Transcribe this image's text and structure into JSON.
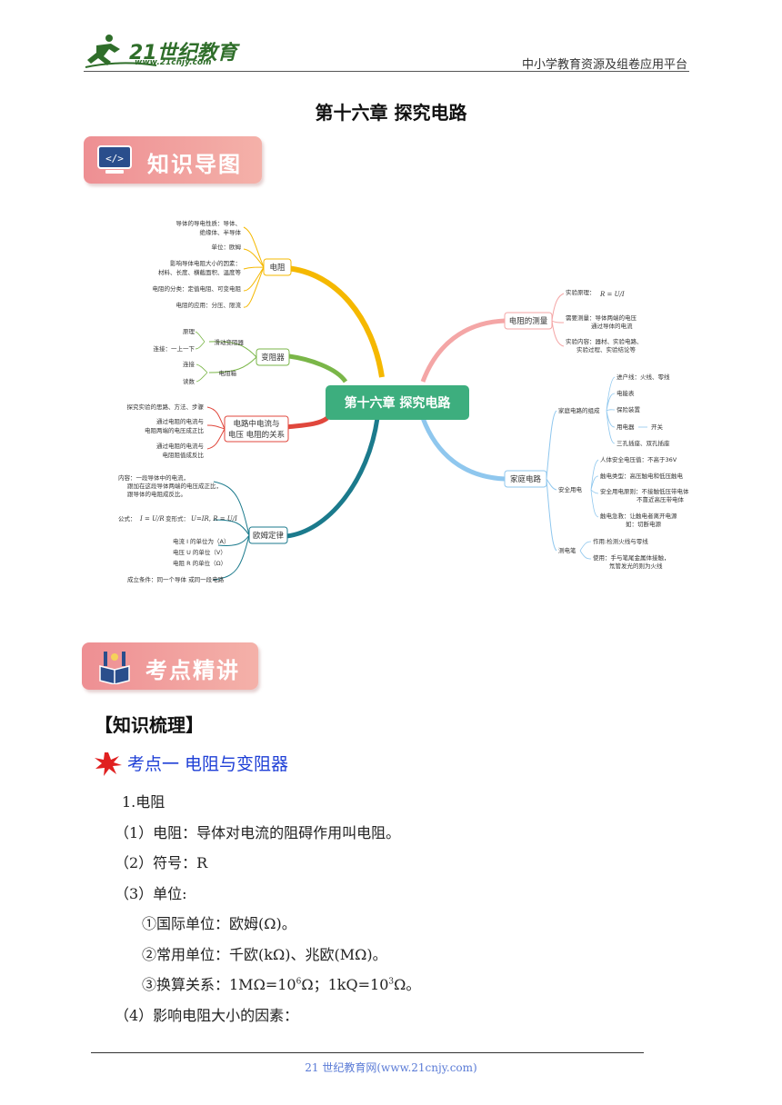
{
  "header": {
    "logo_text": "21世纪教育",
    "logo_url": "www.21cnjy.com",
    "right_text": "中小学教育资源及组卷应用平台"
  },
  "title": "第十六章 探究电路",
  "banners": {
    "mindmap": "知识导图",
    "keypoints": "考点精讲"
  },
  "mindmap": {
    "center": "第十六章  探究电路",
    "branches": {
      "resistance": {
        "label": "电阻",
        "leaves": [
          "导体的导电性质：导体、",
          "绝缘体、半导体",
          "单位：欧姆",
          "影响导体电阻大小的因素：",
          "材料、长度、横截面积、温度等",
          "电阻的分类：定值电阻、可变电阻",
          "电阻的应用：分压、限流"
        ]
      },
      "rheostat": {
        "label": "变阻器",
        "sub1": "滑动变阻器",
        "sub1_leaves": [
          "原理",
          "连接：一上一下"
        ],
        "sub2": "电阻箱",
        "sub2_leaves": [
          "连接",
          "读数"
        ]
      },
      "relation": {
        "label_line1": "电路中电流与",
        "label_line2": "电压 电阻的关系",
        "leaves": [
          "探究实验的思路、方法、步骤",
          "通过电阻的电流与",
          "电阻两端的电压成正比",
          "通过电阻的电流与",
          "电阻阻值成反比"
        ]
      },
      "ohm": {
        "label": "欧姆定律",
        "leaves": [
          "内容：一段导体中的电流，",
          "跟加在这段导体两端的电压成正比，",
          "跟导体的电阻成反比。",
          "公式：",
          "变形式：",
          "电流 I 的单位为（A）",
          "电压 U 的单位（V）",
          "电阻 R 的单位（Ω）",
          "成立条件：同一个导体  或同一段电路"
        ]
      },
      "measure": {
        "label": "电阻的测量",
        "leaves": [
          "实验原理：",
          "需要测量：导体两端的电压",
          "通过导体的电流",
          "实验内容：器材、实验电路、",
          "实验过程、实验结论等"
        ]
      },
      "home": {
        "label": "家庭电路",
        "sub1": "家庭电路的组成",
        "sub1_leaves": [
          "进户线：火线、零线",
          "电能表",
          "保险装置",
          "用电器",
          "开关",
          "三孔插座、双孔插座"
        ],
        "sub2": "安全用电",
        "sub2_leaves": [
          "人体安全电压值：不高于36V",
          "触电类型：高压触电和低压触电",
          "安全用电原则：不接触低压带电体",
          "不靠近高压带电体",
          "触电急救：让触电者离开电源",
          "如：切断电源"
        ],
        "sub3": "测电笔",
        "sub3_leaves": [
          "作用:检测火线与零线",
          "使用：手与笔尾金属体接触，",
          "氖管发光的则为火线"
        ]
      }
    }
  },
  "section_heading": "【知识梳理】",
  "kaodian": "考点一    电阻与变阻器",
  "body": {
    "l1": "1.电阻",
    "l2": "（1）电阻：导体对电流的阻碍作用叫电阻。",
    "l3": "（2）符号：R",
    "l4": "（3）单位:",
    "l5": "①国际单位：欧姆(Ω)。",
    "l6": "②常用单位：千欧(kΩ)、兆欧(MΩ)。",
    "l7_a": "③换算关系：1MΩ=10",
    "l7_exp1": "6",
    "l7_b": "Ω；1kQ=10",
    "l7_exp2": "3",
    "l7_c": "Ω。",
    "l8": "（4）影响电阻大小的因素："
  },
  "footer": "21 世纪教育网(www.21cnjy.com)",
  "colors": {
    "banner": "#ee8f93",
    "kaodian_blue": "#1e3fd6",
    "star_red": "#e02020",
    "center_green": "#3dae7e",
    "branch_yellow": "#f5b800",
    "branch_green": "#7ab648",
    "branch_red": "#e0473c",
    "branch_teal": "#1b7a8c",
    "branch_pink": "#f4a6a6",
    "branch_blue": "#8fc7ee"
  }
}
